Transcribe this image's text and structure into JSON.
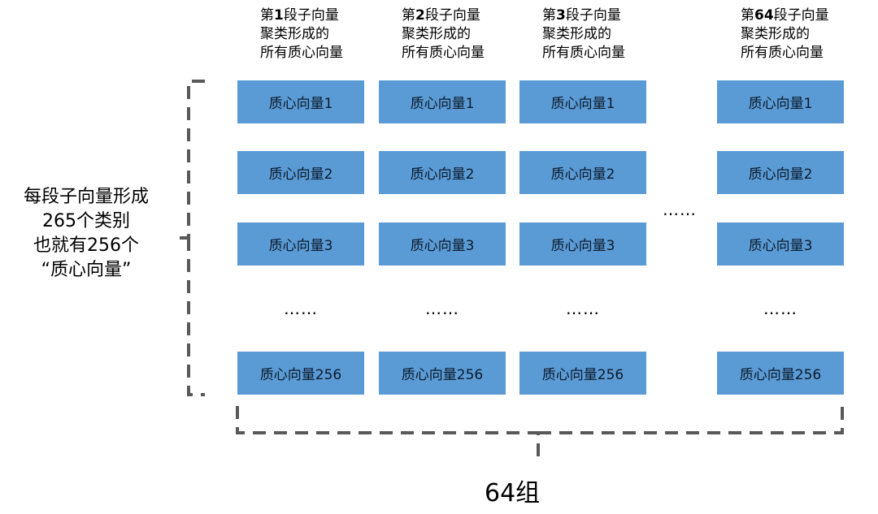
{
  "columns": [
    {
      "header_prefix": "第",
      "header_num": "1",
      "header_suffix": "段子向量",
      "header_line2": "聚类形成的",
      "header_line3": "所有质心向量"
    },
    {
      "header_prefix": "第",
      "header_num": "2",
      "header_suffix": "段子向量",
      "header_line2": "聚类形成的",
      "header_line3": "所有质心向量"
    },
    {
      "header_prefix": "第",
      "header_num": "3",
      "header_suffix": "段子向量",
      "header_line2": "聚类形成的",
      "header_line3": "所有质心向量"
    },
    {
      "header_prefix": "第",
      "header_num": "64",
      "header_suffix": "段子向量",
      "header_line2": "聚类形成的",
      "header_line3": "所有质心向量"
    }
  ],
  "cells": {
    "row1": "质心向量1",
    "row2": "质心向量2",
    "row3": "质心向量3",
    "row256": "质心向量256"
  },
  "ellipsis": "……",
  "left_label": {
    "line1": "每段子向量形成",
    "line2": "265个类别",
    "line3": "也就有256个",
    "line4": "“质心向量”"
  },
  "bottom_label": "64组",
  "colors": {
    "cell_fill": "#5b9bd5",
    "bracket": "#595959"
  }
}
